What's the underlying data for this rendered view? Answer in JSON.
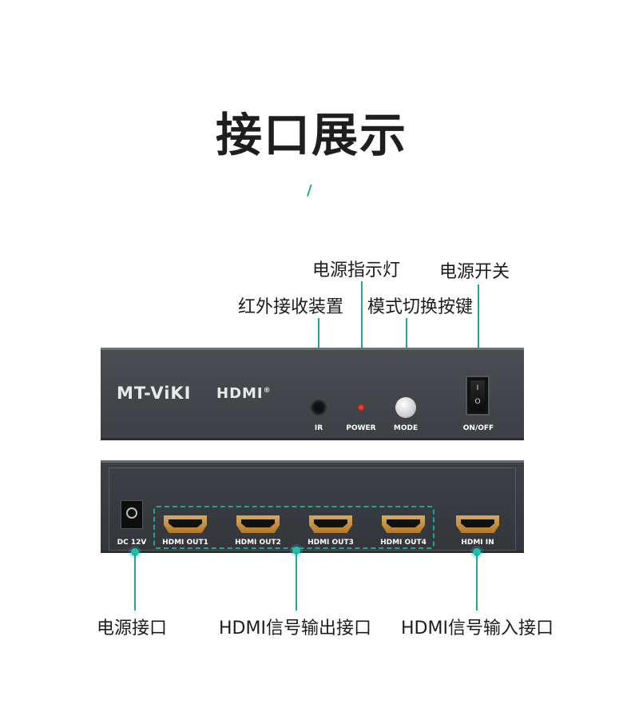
{
  "heading": {
    "title": "接口展示",
    "slash": "/"
  },
  "callouts": {
    "power_led": "电源指示灯",
    "power_switch": "电源开关",
    "ir_receiver": "红外接收装置",
    "mode_switch": "模式切换按键",
    "dc_port": "电源接口",
    "hdmi_out": "HDMI信号输出接口",
    "hdmi_in": "HDMI信号输入接口"
  },
  "front_panel": {
    "brand": "MT-ViKI",
    "hdmi_logo": "HDMI",
    "hdmi_reg": "®",
    "ir_label": "IR",
    "power_label": "POWER",
    "mode_label": "MODE",
    "switch_label": "ON/OFF",
    "switch_on_mark": "I",
    "switch_off_mark": "O"
  },
  "back_panel": {
    "dc_label": "DC 12V",
    "ports": [
      {
        "label": "HDMI OUT1"
      },
      {
        "label": "HDMI OUT2"
      },
      {
        "label": "HDMI OUT3"
      },
      {
        "label": "HDMI OUT4"
      },
      {
        "label": "HDMI IN"
      }
    ]
  },
  "colors": {
    "accent": "#20a698",
    "panel": "#45484c",
    "port_gold": "#c8913f",
    "led_red": "#ff3a2a"
  }
}
